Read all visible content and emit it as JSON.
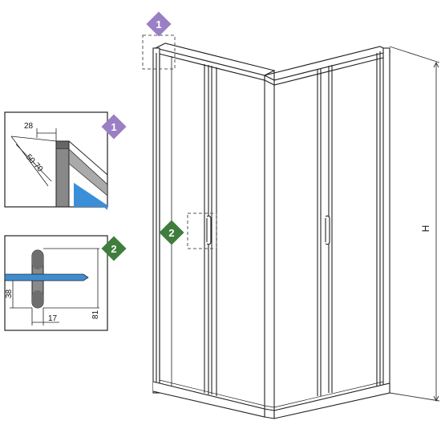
{
  "badges": {
    "one": "1",
    "two": "2"
  },
  "detail_1": {
    "dim_width": "28",
    "dim_depth": "50-70"
  },
  "detail_2": {
    "dim_height": "38",
    "dim_width": "17",
    "dim_total": "81"
  },
  "main": {
    "height_label": "H"
  },
  "colors": {
    "badge_1": "#9b7fc4",
    "badge_2": "#3f7d3c",
    "glass_blue": "#3b8fd8",
    "frame_grey": "#888888"
  }
}
